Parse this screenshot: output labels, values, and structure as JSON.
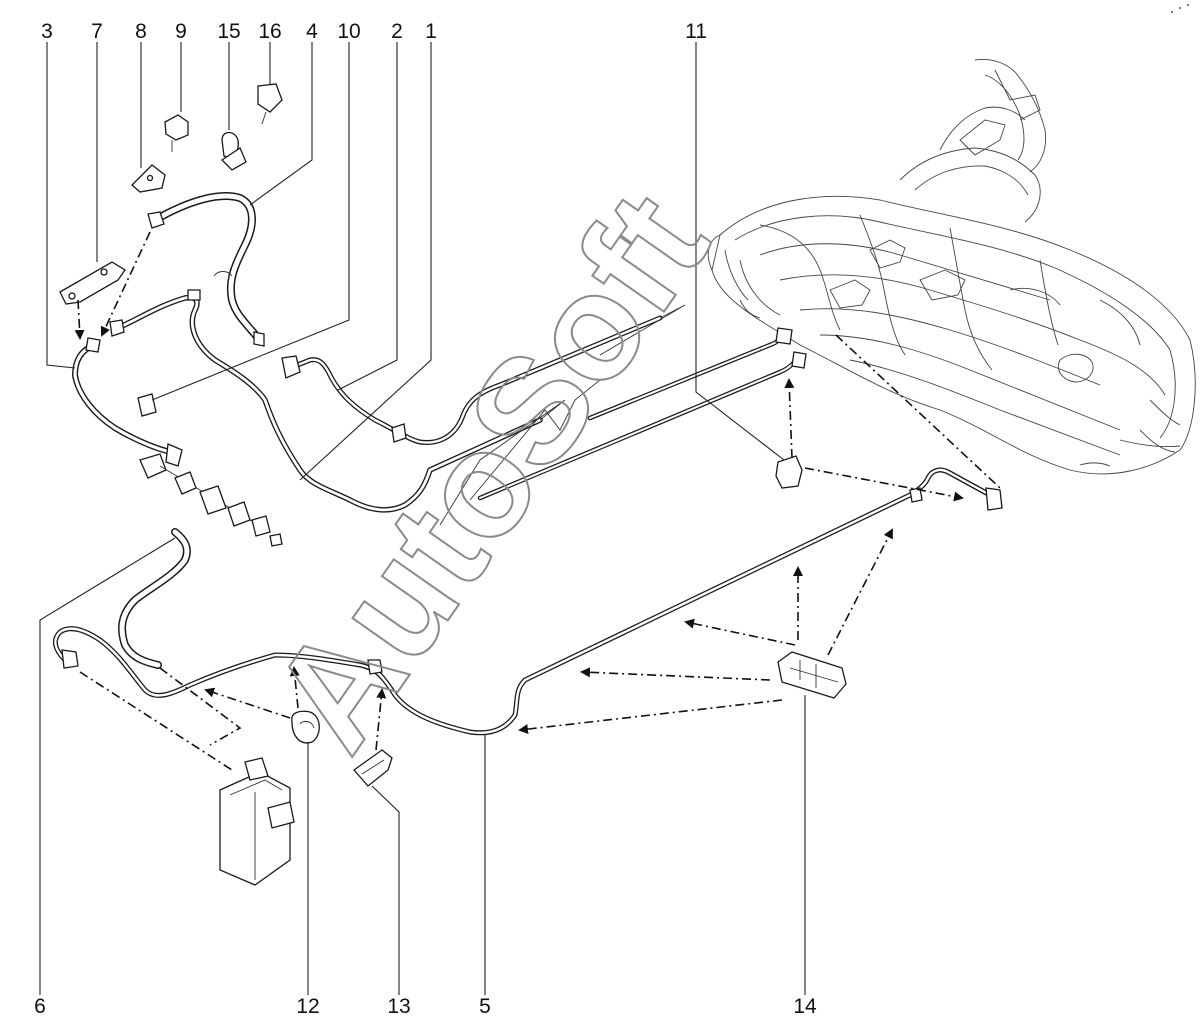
{
  "callouts": {
    "top": [
      "3",
      "7",
      "8",
      "9",
      "15",
      "16",
      "4",
      "10",
      "2",
      "1",
      "11"
    ],
    "bottom": [
      "6",
      "12",
      "13",
      "5",
      "14"
    ]
  },
  "watermark": "AutoSoft",
  "colors": {
    "line": "#1a1a1a",
    "watermark": "#8a8a8a",
    "background": "#ffffff"
  }
}
